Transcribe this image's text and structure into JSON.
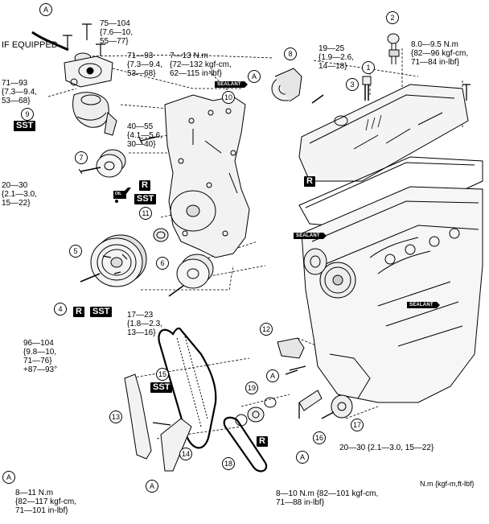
{
  "callouts": {
    "c1": "1",
    "c2": "2",
    "c3": "3",
    "c4": "4",
    "c5": "5",
    "c6": "6",
    "c7": "7",
    "c8": "8",
    "c9": "9",
    "c10": "10",
    "c11": "11",
    "c12": "12",
    "c13": "13",
    "c14": "14",
    "c15": "15",
    "c16": "16",
    "c17": "17",
    "c18": "18",
    "c19": "19"
  },
  "ref_marks": {
    "a": "A"
  },
  "tags": {
    "sst": "SST",
    "r": "R",
    "sealant": "SEALANT",
    "oil": "OIL"
  },
  "torque": {
    "t_a_top": [
      "75—104",
      "{7.6—10,",
      "55—77}"
    ],
    "t_if_equipped": "IF EQUIPPED",
    "t_71_93_a": [
      "71—93",
      "{7.3—9.4,",
      "53—68}"
    ],
    "t_71_93_b": [
      "71—93",
      "{7.3—9.4,",
      "53—68}"
    ],
    "t_7_13": [
      "7—13 N.m",
      "{72—132 kgf-cm,",
      "62—115 in-lbf}"
    ],
    "t_19_25": [
      "19—25",
      "{1.9—2.6,",
      "14—18}"
    ],
    "t_8_9_5": [
      "8.0—9.5 N.m",
      "{82—96 kgf-cm,",
      "71—84 in-lbf}"
    ],
    "t_40_55": [
      "40—55",
      "{4.1—5.6,",
      "30—40}"
    ],
    "t_20_30_a": [
      "20—30",
      "{2.1—3.0,",
      "15—22}"
    ],
    "t_17_23": [
      "17—23",
      "{1.8—2.3,",
      "13—16}"
    ],
    "t_96_104": [
      "96—104",
      "{9.8—10,",
      "71—76}",
      "+87—93°"
    ],
    "t_20_30_b": "20—30 {2.1—3.0, 15—22}",
    "t_8_10": [
      "8—10 N.m {82—101 kgf-cm,",
      "71—88 in-lbf}"
    ],
    "t_a_legend": [
      "8—11 N.m",
      "{82—117 kgf-cm,",
      "71—101 in-lbf}"
    ],
    "t_units": "N.m {kgf-m,ft-lbf}"
  }
}
